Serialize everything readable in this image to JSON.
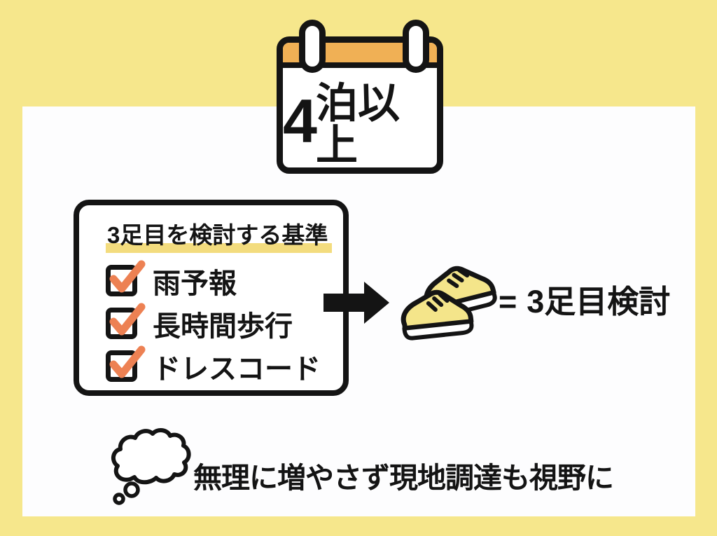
{
  "calendar": {
    "duration_number": "4",
    "duration_unit": "泊以上"
  },
  "criteria_box": {
    "title": "3足目を検討する基準",
    "items": [
      {
        "label": "雨予報",
        "checked": true
      },
      {
        "label": "長時間歩行",
        "checked": true
      },
      {
        "label": "ドレスコード",
        "checked": true
      }
    ]
  },
  "result": {
    "equals_sign": "=",
    "label": "3足目検討"
  },
  "note": "無理に増やさず現地調達も視野に",
  "icons": {
    "calendar": "calendar-icon",
    "checkbox": "checkbox-checked-icon",
    "arrow": "arrow-right-icon",
    "shoes": "shoes-icon",
    "thought_bubble": "thought-bubble-icon"
  },
  "colors": {
    "background": "#F6E78C",
    "panel": "#FDFDFE",
    "calendar_header": "#F0B055",
    "check_orange": "#ED8153",
    "highlight": "#F3DC7E",
    "shoe_yellow": "#F4E58A",
    "ink": "#141414"
  }
}
